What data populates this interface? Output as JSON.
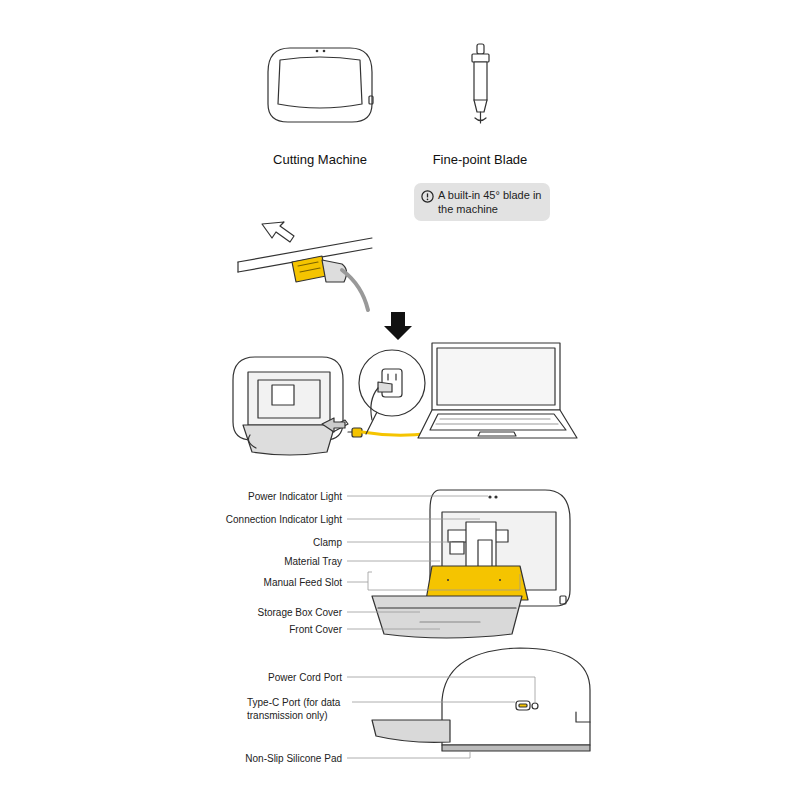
{
  "diagram": {
    "nodes": [
      {
        "text": [
          "A built-in 45° blade in the machine"
        ]
      }
    ],
    "labels": [
      "Cutting Machine",
      "Fine-point Blade",
      "Power Indicator Light",
      "Connection Indicator Light",
      "Clamp",
      "Material Tray",
      "Manual Feed Slot",
      "Storage Box Cover",
      "Front Cover",
      "Power Cord Port",
      "Type-C Port (for data transmission only)",
      "Non-Slip Silicone Pad"
    ]
  }
}
